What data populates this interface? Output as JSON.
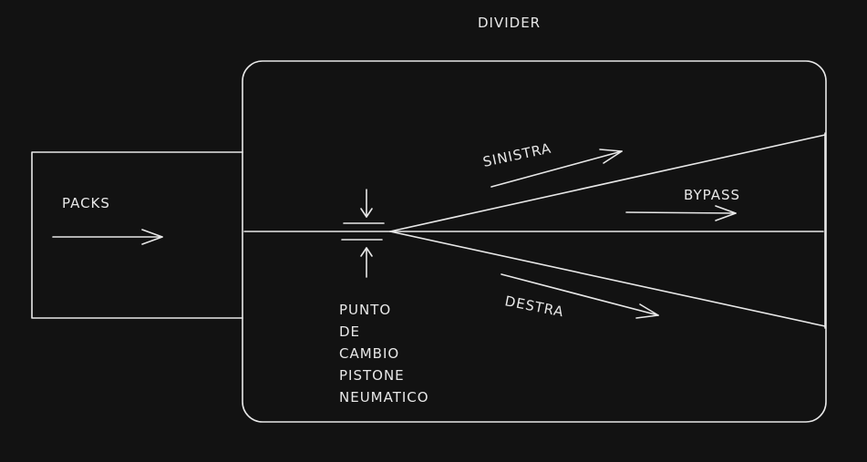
{
  "labels": {
    "divider": "DIVIDER",
    "packs": "PACKS",
    "sinistra": "SINISTRA",
    "bypass": "BYPASS",
    "destra": "DESTRA",
    "punto": [
      "PUNTO",
      "DE",
      "CAMBIO",
      "PISTONE",
      "NEUMATICO"
    ]
  },
  "colors": {
    "background": "#121212",
    "stroke": "#e8e8e8"
  }
}
